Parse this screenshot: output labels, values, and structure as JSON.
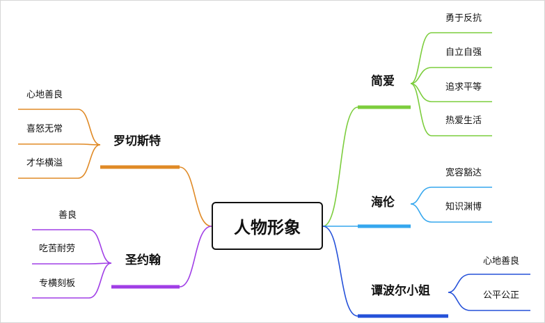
{
  "root": {
    "label": "人物形象"
  },
  "branches": [
    {
      "label": "简爱",
      "color": "#7ccd3d",
      "children": [
        "勇于反抗",
        "自立自强",
        "追求平等",
        "热爱生活"
      ]
    },
    {
      "label": "海伦",
      "color": "#35a7ee",
      "children": [
        "宽容豁达",
        "知识渊博"
      ]
    },
    {
      "label": "谭波尔小姐",
      "color": "#2551d9",
      "children": [
        "心地善良",
        "公平公正"
      ]
    },
    {
      "label": "罗切斯特",
      "color": "#e08a26",
      "children": [
        "心地善良",
        "喜怒无常",
        "才华横溢"
      ]
    },
    {
      "label": "圣约翰",
      "color": "#a03ee6",
      "children": [
        "善良",
        "吃苦耐劳",
        "专横刻板"
      ]
    }
  ]
}
